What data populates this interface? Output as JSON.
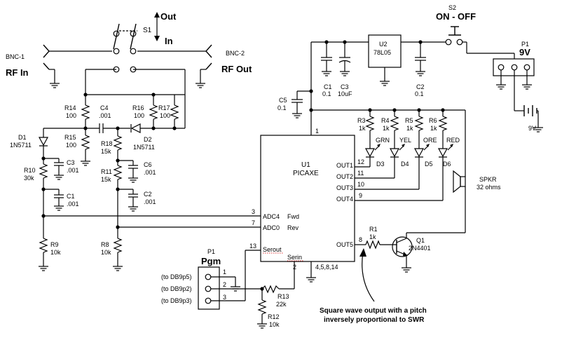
{
  "connectors": {
    "bnc1": "BNC-1",
    "bnc2": "BNC-2",
    "rf_in": "RF In",
    "rf_out": "RF Out"
  },
  "switches": {
    "s1": "S1",
    "out": "Out",
    "in": "In",
    "s2": "S2",
    "on_off": "ON - OFF"
  },
  "power": {
    "p1": "P1",
    "volt_label": "9V",
    "battery": "9V",
    "pin1": "1",
    "pin_nums": "4,5,8,14"
  },
  "ics": {
    "u1_ref": "U1",
    "u1_name": "PICAXE",
    "u2_ref": "U2",
    "u2_name": "78L05"
  },
  "resistors": {
    "r14": "R14",
    "r14v": "100",
    "r15": "R15",
    "r15v": "100",
    "r16": "R16",
    "r16v": "100",
    "r17": "R17",
    "r17v": "100",
    "r18": "R18",
    "r18v": "15k",
    "r11": "R11",
    "r11v": "15k",
    "r10": "R10",
    "r10v": "30k",
    "r9": "R9",
    "r9v": "10k",
    "r8": "R8",
    "r8v": "10k",
    "r3": "R3",
    "r3v": "1k",
    "r4": "R4",
    "r4v": "1k",
    "r5": "R5",
    "r5v": "1k",
    "r6": "R6",
    "r6v": "1k",
    "r1": "R1",
    "r1v": "1k",
    "r13": "R13",
    "r13v": "22k",
    "r12": "R12",
    "r12v": "10k"
  },
  "capacitors": {
    "c4": "C4",
    "c4v": ".001",
    "c3a": "C3",
    "c3av": ".001",
    "c1a": "C1",
    "c1av": ".001",
    "c6": "C6",
    "c6v": ".001",
    "c2a": "C2",
    "c2av": ".001",
    "c1b": "C1",
    "c1bv": "0.1",
    "c3b": "C3",
    "c3bv": "10uF",
    "c2b": "C2",
    "c2bv": "0.1",
    "c5": "C5",
    "c5v": "0.1"
  },
  "diodes": {
    "d1": "D1",
    "d1v": "1N5711",
    "d2": "D2",
    "d2v": "1N5711",
    "d3": "D3",
    "d4": "D4",
    "d5": "D5",
    "d6": "D6",
    "grn": "GRN",
    "yel": "YEL",
    "ore": "ORE",
    "red": "RED"
  },
  "pins": {
    "adc4": "ADC4",
    "fwd": "Fwd",
    "adc0": "ADC0",
    "rev": "Rev",
    "out1": "OUT1",
    "out2": "OUT2",
    "out3": "OUT3",
    "out4": "OUT4",
    "out5": "OUT5",
    "serout": "Serout",
    "serin": "Serin",
    "p3": "3",
    "p7": "7",
    "p13": "13",
    "p2": "2",
    "p12": "12",
    "p11": "11",
    "p10": "10",
    "p9": "9",
    "p8": "8"
  },
  "output": {
    "spkr": "SPKR",
    "spkr_val": "32 ohms",
    "q1": "Q1",
    "q1v": "2N4401"
  },
  "prog": {
    "p1": "P1",
    "pgm": "Pgm",
    "db5": "(to DB9p5)",
    "db2": "(to DB9p2)",
    "db3": "(to DB9p3)",
    "pin1": "1",
    "pin2": "2",
    "pin3": "3"
  },
  "note": {
    "line1": "Square wave output with a pitch",
    "line2": "inversely proportional to SWR"
  }
}
